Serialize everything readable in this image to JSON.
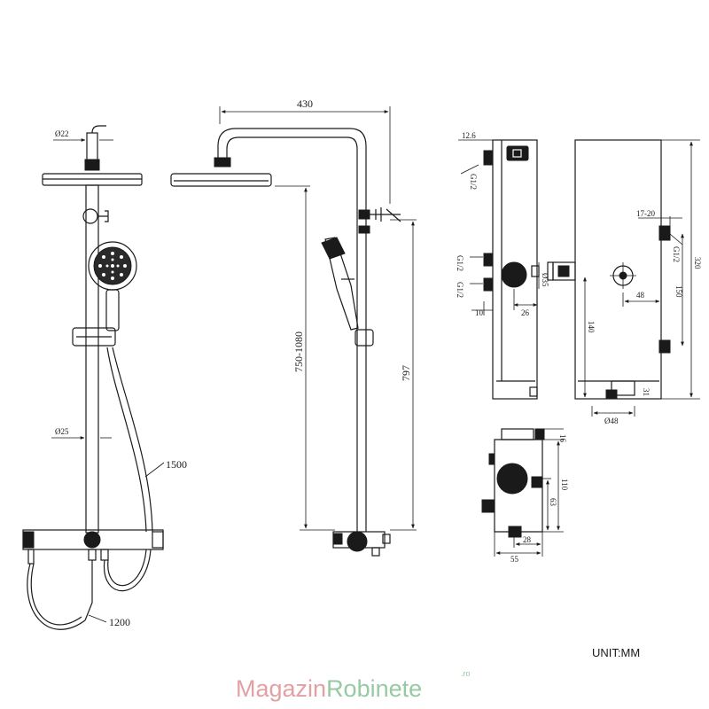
{
  "front_view": {
    "top_pipe_diameter": "Ø22",
    "riser_diameter": "Ø25",
    "hose_1500": "1500",
    "hose_1200": "1200"
  },
  "side_view": {
    "arm_length": "430",
    "height_range": "750-1080",
    "height_797": "797"
  },
  "detail_side": {
    "dim_12_6": "12.6",
    "thread_top": "G1/2",
    "thread_mid1": "G1/2",
    "thread_mid2": "G1/2",
    "dim_10": "10",
    "dim_26": "26",
    "dim_phi35": "Ø35"
  },
  "detail_front": {
    "dim_17_20": "17-20",
    "thread": "G1/2",
    "dim_320": "320",
    "dim_150": "150",
    "dim_48": "48",
    "dim_140": "140",
    "dim_31": "31",
    "dim_phi48": "Ø48"
  },
  "detail_end": {
    "dim_16": "16",
    "dim_110": "110",
    "dim_63": "63",
    "dim_28": "28",
    "dim_55": "55"
  },
  "unit_label": "UNIT:MM",
  "logo": {
    "part1": "Magazin",
    "part2": "Robinete",
    "suffix": ".ro"
  },
  "colors": {
    "line": "#1a1a1a",
    "logo_pink": "#e3a0a3",
    "logo_green": "#97c9a3"
  }
}
